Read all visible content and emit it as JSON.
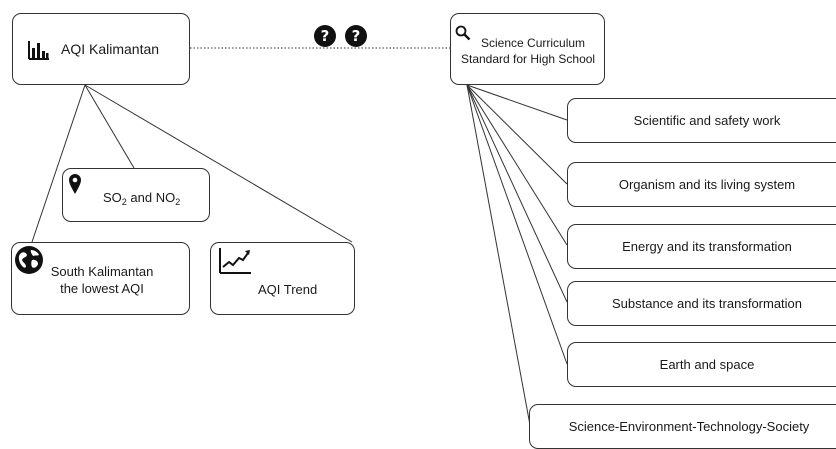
{
  "left_map": {
    "root": {
      "label": "AQI Kalimantan",
      "icon": "bar-chart-icon"
    },
    "children": [
      {
        "id": "so2",
        "label": {
          "a": "SO",
          "a_sub": "2",
          "b": " and NO",
          "b_sub": "2"
        },
        "icon": "location-pin-icon"
      },
      {
        "id": "south",
        "label": [
          "South Kalimantan",
          "the lowest AQI"
        ],
        "icon": "globe-icon"
      },
      {
        "id": "trend",
        "label": "AQI Trend",
        "icon": "trend-chart-icon"
      }
    ]
  },
  "link": {
    "style": "dotted",
    "marks": [
      "?",
      "?"
    ]
  },
  "right_map": {
    "root": {
      "label": [
        "Science Curriculum",
        "Standard for High School"
      ],
      "icon": "search-icon"
    },
    "topics": [
      "Scientific and safety work",
      "Organism and its living system",
      "Energy and its transformation",
      "Substance and its transformation",
      "Earth and space",
      "Science-Environment-Technology-Society"
    ]
  }
}
